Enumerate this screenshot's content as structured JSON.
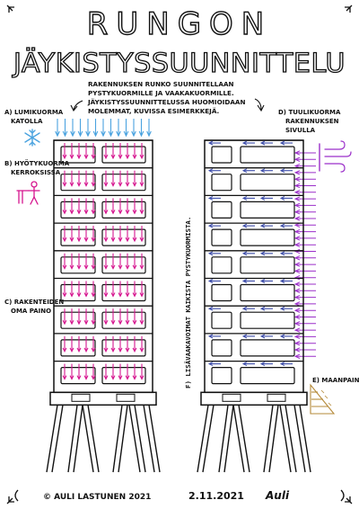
{
  "title": {
    "line1": "RUNGON",
    "line2": "JÄYKISTYSSUUNNITTELU"
  },
  "intro": {
    "lines": [
      "RAKENNUKSEN RUNKO SUUNNITELLAAN",
      "PYSTYKUORMILLE JA VAAKAKUORMILLE.",
      "JÄYKISTYSSUUNNITTELUSSA HUOMIOIDAAN",
      "MOLEMMAT, KUVISSA ESIMERKKEJÄ."
    ]
  },
  "labels": {
    "a": [
      "A) LUMIKUORMA",
      "KATOLLA"
    ],
    "b": [
      "B) HYÖTYKUORMA",
      "KERROKSISSA"
    ],
    "c": [
      "C) RAKENTEIDEN",
      "OMA PAINO"
    ],
    "d": [
      "D) TUULIKUORMA",
      "RAKENNUKSEN",
      "SIVULLA"
    ],
    "e": [
      "E) MAANPAINE"
    ],
    "f": "F) LISÄVAAKAVOIMAT  KAIKISTA  PYSTYKUORMISTA."
  },
  "footer": {
    "author": "© AULI LASTUNEN  2021",
    "date": "2.11.2021",
    "signature": "Auli"
  },
  "colors": {
    "ink": "#111111",
    "snow": "#4aa3df",
    "vertical_load": "#d6168f",
    "wind": "#9b2fc9",
    "horizontal_force": "#3b4ba8",
    "soil": "#b58a3a"
  },
  "icons": [
    "snowflake-icon",
    "people-icon",
    "wind-gust-icon",
    "soil-pressure-icon"
  ]
}
